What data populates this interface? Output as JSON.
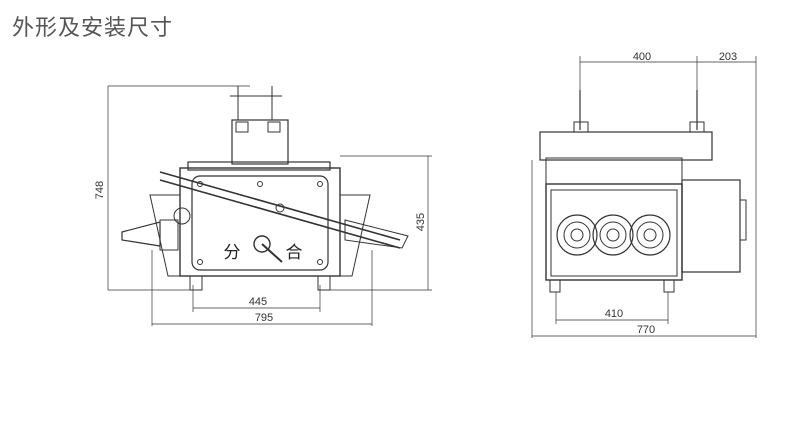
{
  "title": "外形及安装尺寸",
  "side_view": {
    "dim_height": "748",
    "dim_mid_height": "435",
    "dim_inner_width": "445",
    "dim_overall_width": "795",
    "label_open": "分",
    "label_close": "合"
  },
  "front_view": {
    "dim_top_spacing": "400",
    "dim_top_offset": "203",
    "dim_bottom_spacing": "410",
    "dim_overall_width": "770"
  }
}
